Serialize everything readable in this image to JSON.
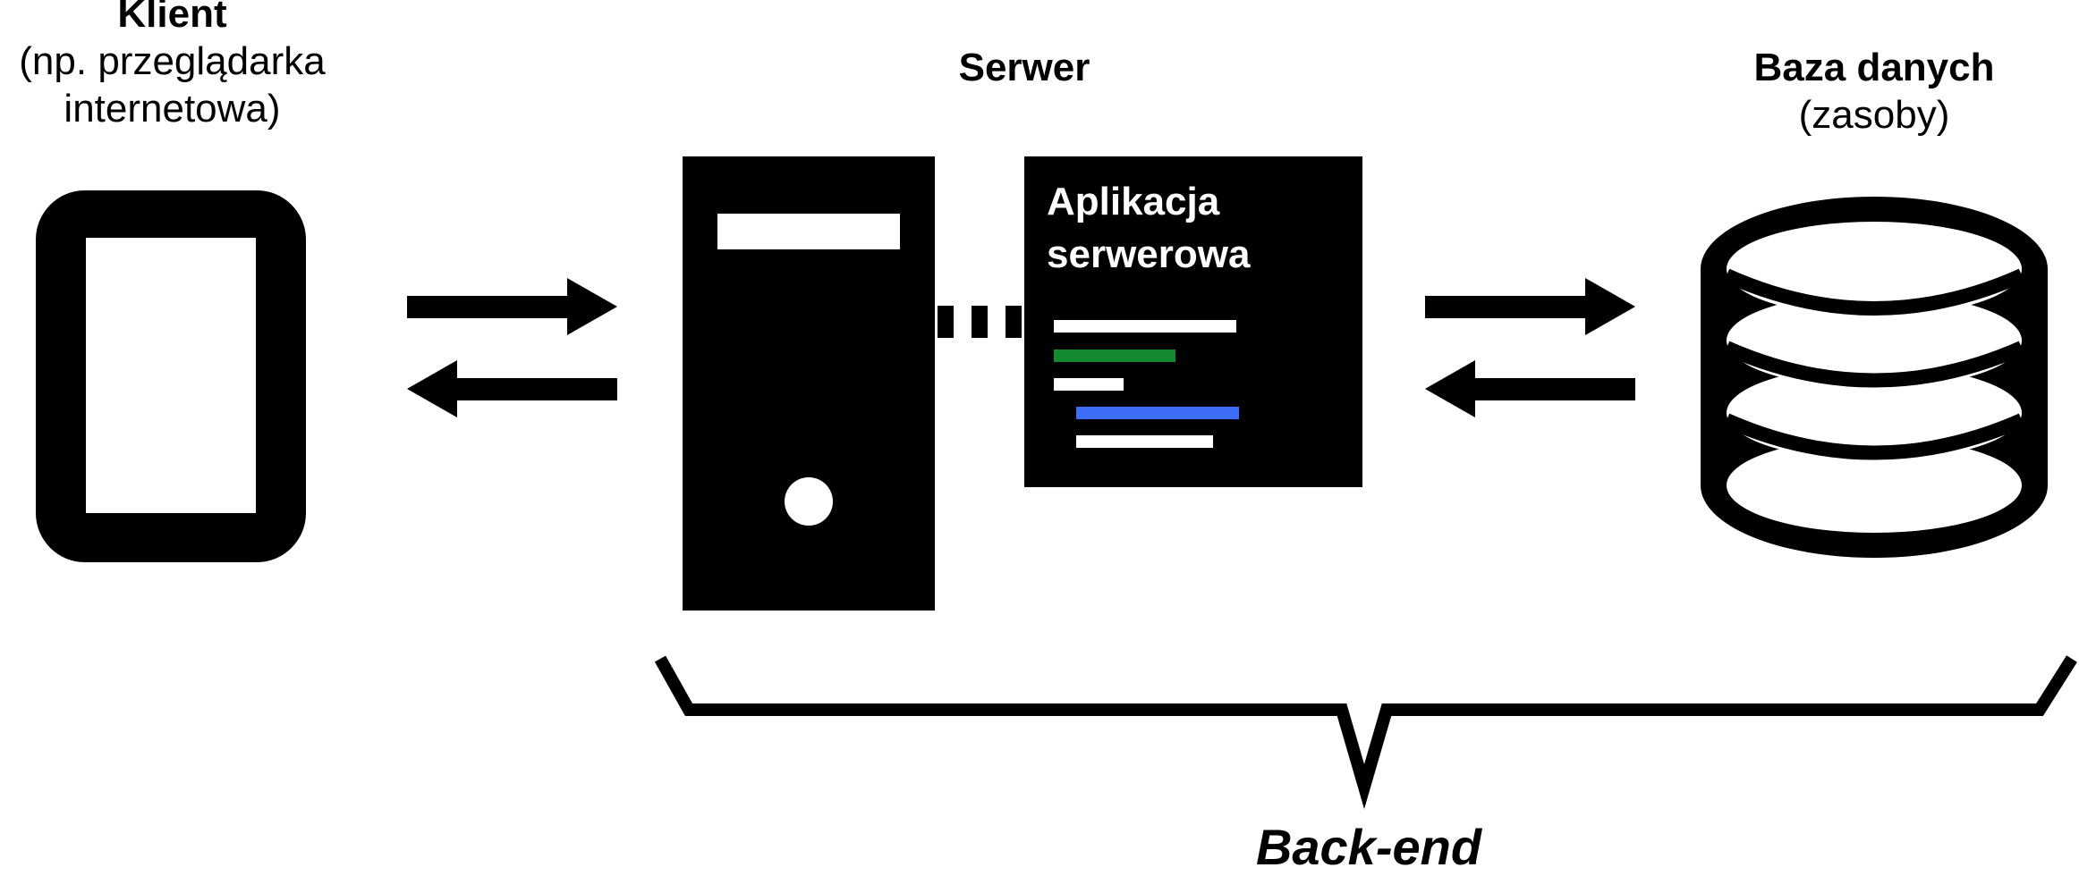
{
  "client": {
    "title": "Klient",
    "subtitle_line1": "(np. przeglądarka",
    "subtitle_line2": "internetowa)"
  },
  "server": {
    "title": "Serwer",
    "app_label": "Aplikacja\nserwerowa"
  },
  "database": {
    "title": "Baza danych",
    "subtitle": "(zasoby)"
  },
  "backend": {
    "label": "Back-end"
  },
  "colors": {
    "ink": "#000000",
    "code_green": "#138a2e",
    "code_blue": "#3d6ef5",
    "background": "#ffffff"
  },
  "icons": [
    "device-icon",
    "server-tower-icon",
    "application-window-icon",
    "database-icon",
    "arrow-right-icon",
    "arrow-left-icon",
    "brace-icon"
  ]
}
